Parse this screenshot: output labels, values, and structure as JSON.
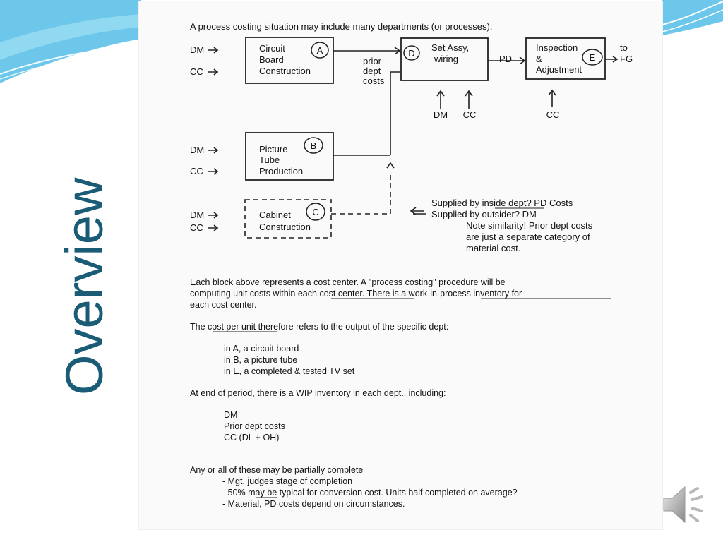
{
  "slide": {
    "title": "Overview",
    "colors": {
      "title": "#1a5b76",
      "swoosh": "#5fc0e6"
    }
  },
  "doc": {
    "intro": "A process costing situation may include many departments (or processes):",
    "inputs": {
      "dm": "DM",
      "cc": "CC"
    },
    "boxes": {
      "a": {
        "lines": [
          "Circuit",
          "Board",
          "Construction"
        ],
        "letter": "A"
      },
      "b": {
        "lines": [
          "Picture",
          "Tube",
          "Production"
        ],
        "letter": "B"
      },
      "c": {
        "lines": [
          "Cabinet",
          "Construction"
        ],
        "letter": "C"
      },
      "d": {
        "lines": [
          "Set Assy,",
          "wiring"
        ],
        "letter": "D"
      },
      "e": {
        "lines": [
          "Inspection",
          "&",
          "Adjustment"
        ],
        "letter": "E"
      }
    },
    "prior_dept_costs": [
      "prior",
      "dept",
      "costs"
    ],
    "pd": "PD",
    "to_fg": [
      "to",
      "FG"
    ],
    "note": {
      "line1_prefix": "Supplied by ",
      "line1_ul": "inside dept",
      "line1_suffix": "?  PD Costs",
      "line2": "Supplied by outsider?  DM",
      "line3": "Note similarity!  Prior dept costs",
      "line4": "are just a separate category of",
      "line5": "material cost."
    },
    "para1": {
      "line1": "Each block above represents a cost center. A \"process costing\" procedure will be",
      "line2_prefix": "computing unit costs within ",
      "line2_ul": "each cost center",
      "line2_mid": ".  There is a ",
      "line2_ul2": "work-in-process inventory",
      "line2_suffix": " for",
      "line3": "each cost center."
    },
    "para2": {
      "prefix": "The ",
      "ul": "cost per unit",
      "suffix": " therefore refers to the output of the specific dept:"
    },
    "examples": [
      "in A,   a circuit board",
      "in B,  a picture tube",
      "in E,  a completed & tested TV set"
    ],
    "para3": "At end of period, there is a WIP inventory in each dept., including:",
    "wip_items": [
      "DM",
      "Prior dept costs",
      "CC (DL + OH)"
    ],
    "para4": "Any or all of these may be partially complete",
    "bullets": {
      "b1": "- Mgt. judges stage of completion",
      "b2_prefix": "- 50% ",
      "b2_ul": "may",
      "b2_suffix": " be typical for conversion cost.  Units half completed on average?",
      "b3": "- Material, PD costs depend on circumstances."
    }
  }
}
